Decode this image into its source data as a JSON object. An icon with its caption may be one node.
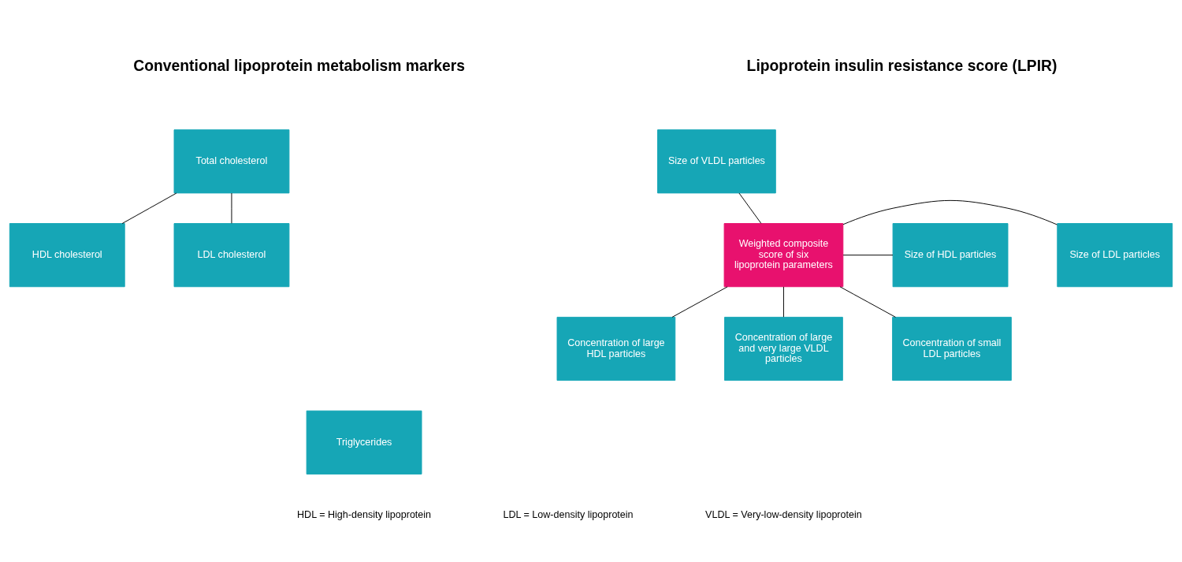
{
  "diagram": {
    "nodes": [
      {
        "text": [
          "Total cholesterol"
        ]
      },
      {
        "text": [
          "HDL cholesterol"
        ]
      },
      {
        "text": [
          "LDL cholesterol"
        ]
      },
      {
        "text": [
          "Triglycerides"
        ]
      },
      {
        "text": [
          "Size of VLDL particles"
        ]
      },
      {
        "text": [
          "Size of HDL particles"
        ]
      },
      {
        "text": [
          "Size of LDL particles"
        ]
      },
      {
        "text": [
          "Weighted composite score of six lipoprotein parameters"
        ]
      },
      {
        "text": [
          "Concentration of large HDL particles"
        ]
      },
      {
        "text": [
          "Concentration of small LDL particles"
        ]
      },
      {
        "text": [
          "Concentration of large and very large VLDL particles"
        ]
      }
    ],
    "edges": [
      {
        "from": 0,
        "to": 1,
        "arrow": "none"
      },
      {
        "from": 0,
        "to": 2,
        "arrow": "none"
      },
      {
        "from": 7,
        "to": 4,
        "arrow": "none"
      },
      {
        "from": 7,
        "to": 5,
        "arrow": "none"
      },
      {
        "from": 7,
        "to": 6,
        "arrow": "none"
      },
      {
        "from": 7,
        "to": 8,
        "arrow": "none"
      },
      {
        "from": 7,
        "to": 9,
        "arrow": "none"
      },
      {
        "from": 7,
        "to": 10,
        "arrow": "none"
      }
    ],
    "labels": [
      "Conventional lipoprotein metabolism markers",
      "Lipoprotein insulin resistance score (LPIR)",
      "HDL = High-density lipoprotein",
      "LDL = Low-density lipoprotein",
      "VLDL = Very-low-density lipoprotein"
    ]
  }
}
